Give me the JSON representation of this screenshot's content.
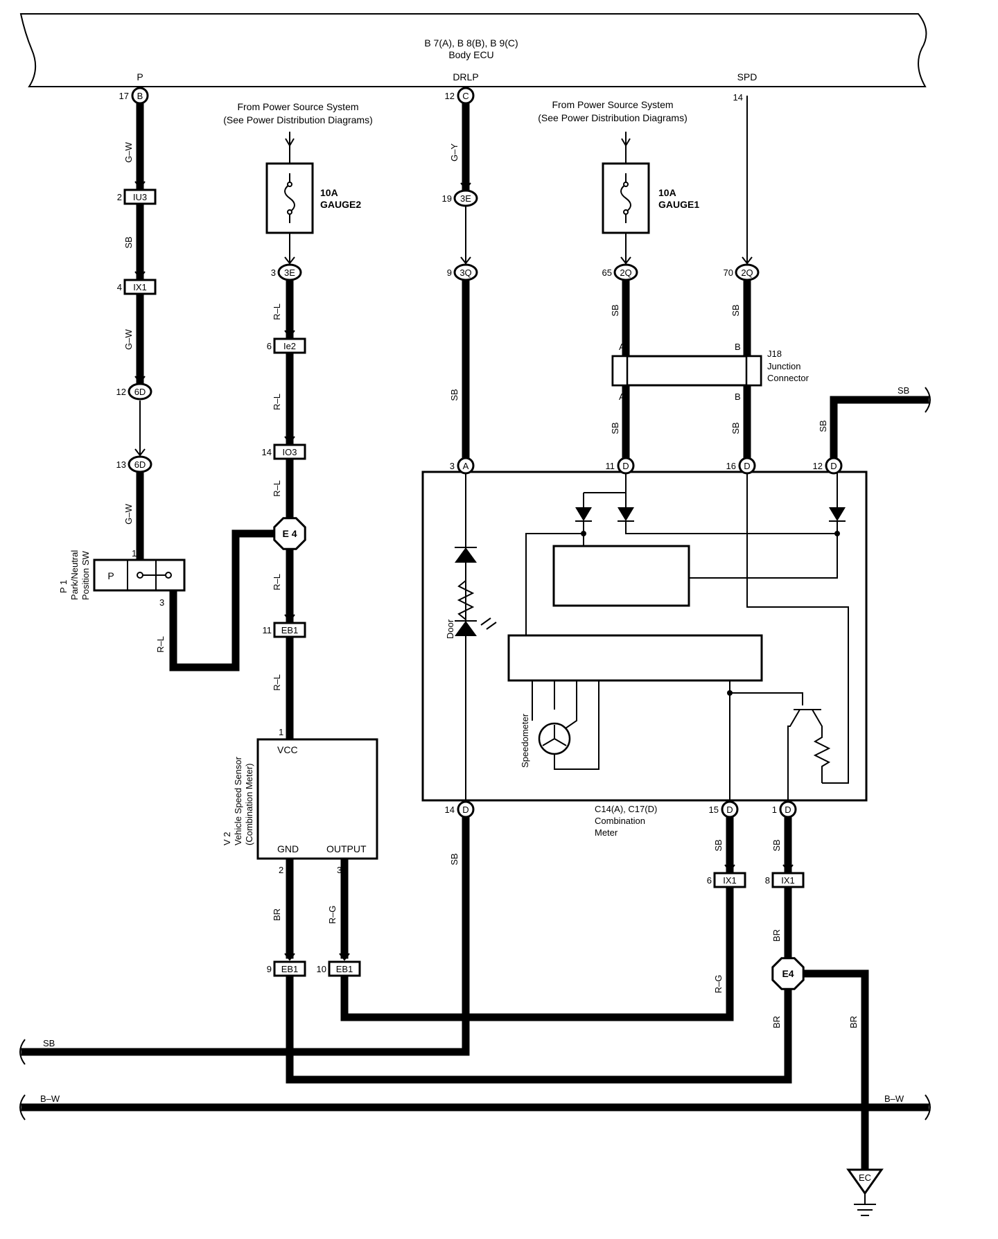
{
  "ecu": {
    "line1": "B 7(A), B 8(B), B 9(C)",
    "line2": "Body ECU",
    "term_p": "P",
    "term_drlp": "DRLP",
    "term_spd": "SPD"
  },
  "power_note": {
    "line1": "From Power Source System",
    "line2": "(See Power Distribution Diagrams)"
  },
  "fuse_gauge2": {
    "rating": "10A",
    "name": "GAUGE2"
  },
  "fuse_gauge1": {
    "rating": "10A",
    "name": "GAUGE1"
  },
  "junction": {
    "id": "J18",
    "line1": "Junction",
    "line2": "Connector",
    "pin_a": "A",
    "pin_b": "B"
  },
  "pnp": {
    "id": "P 1",
    "line1": "Park/Neutral",
    "line2": "Position SW",
    "contact": "P"
  },
  "vss": {
    "id": "V 2",
    "line1": "Vehicle Speed Sensor",
    "line2": "(Combination Meter)",
    "vcc": "VCC",
    "gnd": "GND",
    "output": "OUTPUT"
  },
  "meter": {
    "line1": "C14(A), C17(D)",
    "line2": "Combination",
    "line3": "Meter",
    "door": "Door",
    "speedometer": "Speedometer"
  },
  "ground": "EC",
  "connectors": {
    "b17": {
      "pin": "17",
      "label": "B"
    },
    "c12": {
      "pin": "12",
      "label": "C"
    },
    "spd14": {
      "pin": "14"
    },
    "iu3": {
      "pin": "2",
      "label": "IU3"
    },
    "ix1a": {
      "pin": "4",
      "label": "IX1"
    },
    "d6a": {
      "pin": "12",
      "label": "6D"
    },
    "d6b": {
      "pin": "13",
      "label": "6D"
    },
    "e3a": {
      "pin": "19",
      "label": "3E"
    },
    "e3b": {
      "pin": "3",
      "label": "3E"
    },
    "q3": {
      "pin": "9",
      "label": "3Q"
    },
    "q2a": {
      "pin": "65",
      "label": "2Q"
    },
    "q2b": {
      "pin": "70",
      "label": "2Q"
    },
    "ie2": {
      "pin": "6",
      "label": "Ie2"
    },
    "io3": {
      "pin": "14",
      "label": "IO3"
    },
    "e4a": {
      "label": "E 4"
    },
    "e4b": {
      "label": "E4"
    },
    "eb1a": {
      "pin": "11",
      "label": "EB1"
    },
    "eb1b": {
      "pin": "9",
      "label": "EB1"
    },
    "eb1c": {
      "pin": "10",
      "label": "EB1"
    },
    "ix1b": {
      "pin": "6",
      "label": "IX1"
    },
    "ix1c": {
      "pin": "8",
      "label": "IX1"
    },
    "ma3": {
      "pin": "3",
      "label": "A"
    },
    "md11": {
      "pin": "11",
      "label": "D"
    },
    "md16": {
      "pin": "16",
      "label": "D"
    },
    "md12": {
      "pin": "12",
      "label": "D"
    },
    "md14": {
      "pin": "14",
      "label": "D"
    },
    "md15": {
      "pin": "15",
      "label": "D"
    },
    "md1": {
      "pin": "1",
      "label": "D"
    },
    "pnp1": {
      "pin": "1"
    },
    "pnp3": {
      "pin": "3"
    },
    "vss1": {
      "pin": "1"
    },
    "vss2": {
      "pin": "2"
    },
    "vss3": {
      "pin": "3"
    }
  },
  "wires": {
    "gw1": "G–W",
    "sb1": "SB",
    "gw2": "G–W",
    "gw3": "G–W",
    "rl_pnp": "R–L",
    "rl1": "R–L",
    "rl2": "R–L",
    "rl3": "R–L",
    "rl4": "R–L",
    "rl5": "R–L",
    "gy": "G–Y",
    "sb_drlp": "SB",
    "sb_g1a": "SB",
    "sb_g1b": "SB",
    "sb_spda": "SB",
    "sb_spdb": "SB",
    "sb_d12": "SB",
    "sb_right": "SB",
    "br_gnd": "BR",
    "rg_out": "R–G",
    "sb_d14": "SB",
    "sb_d15": "SB",
    "sb_d1": "SB",
    "rg_ix1": "R–G",
    "br_ix1": "BR",
    "br_e4a": "BR",
    "br_e4b": "BR",
    "sb_bus": "SB",
    "bw_left": "B–W",
    "bw_right": "B–W"
  }
}
